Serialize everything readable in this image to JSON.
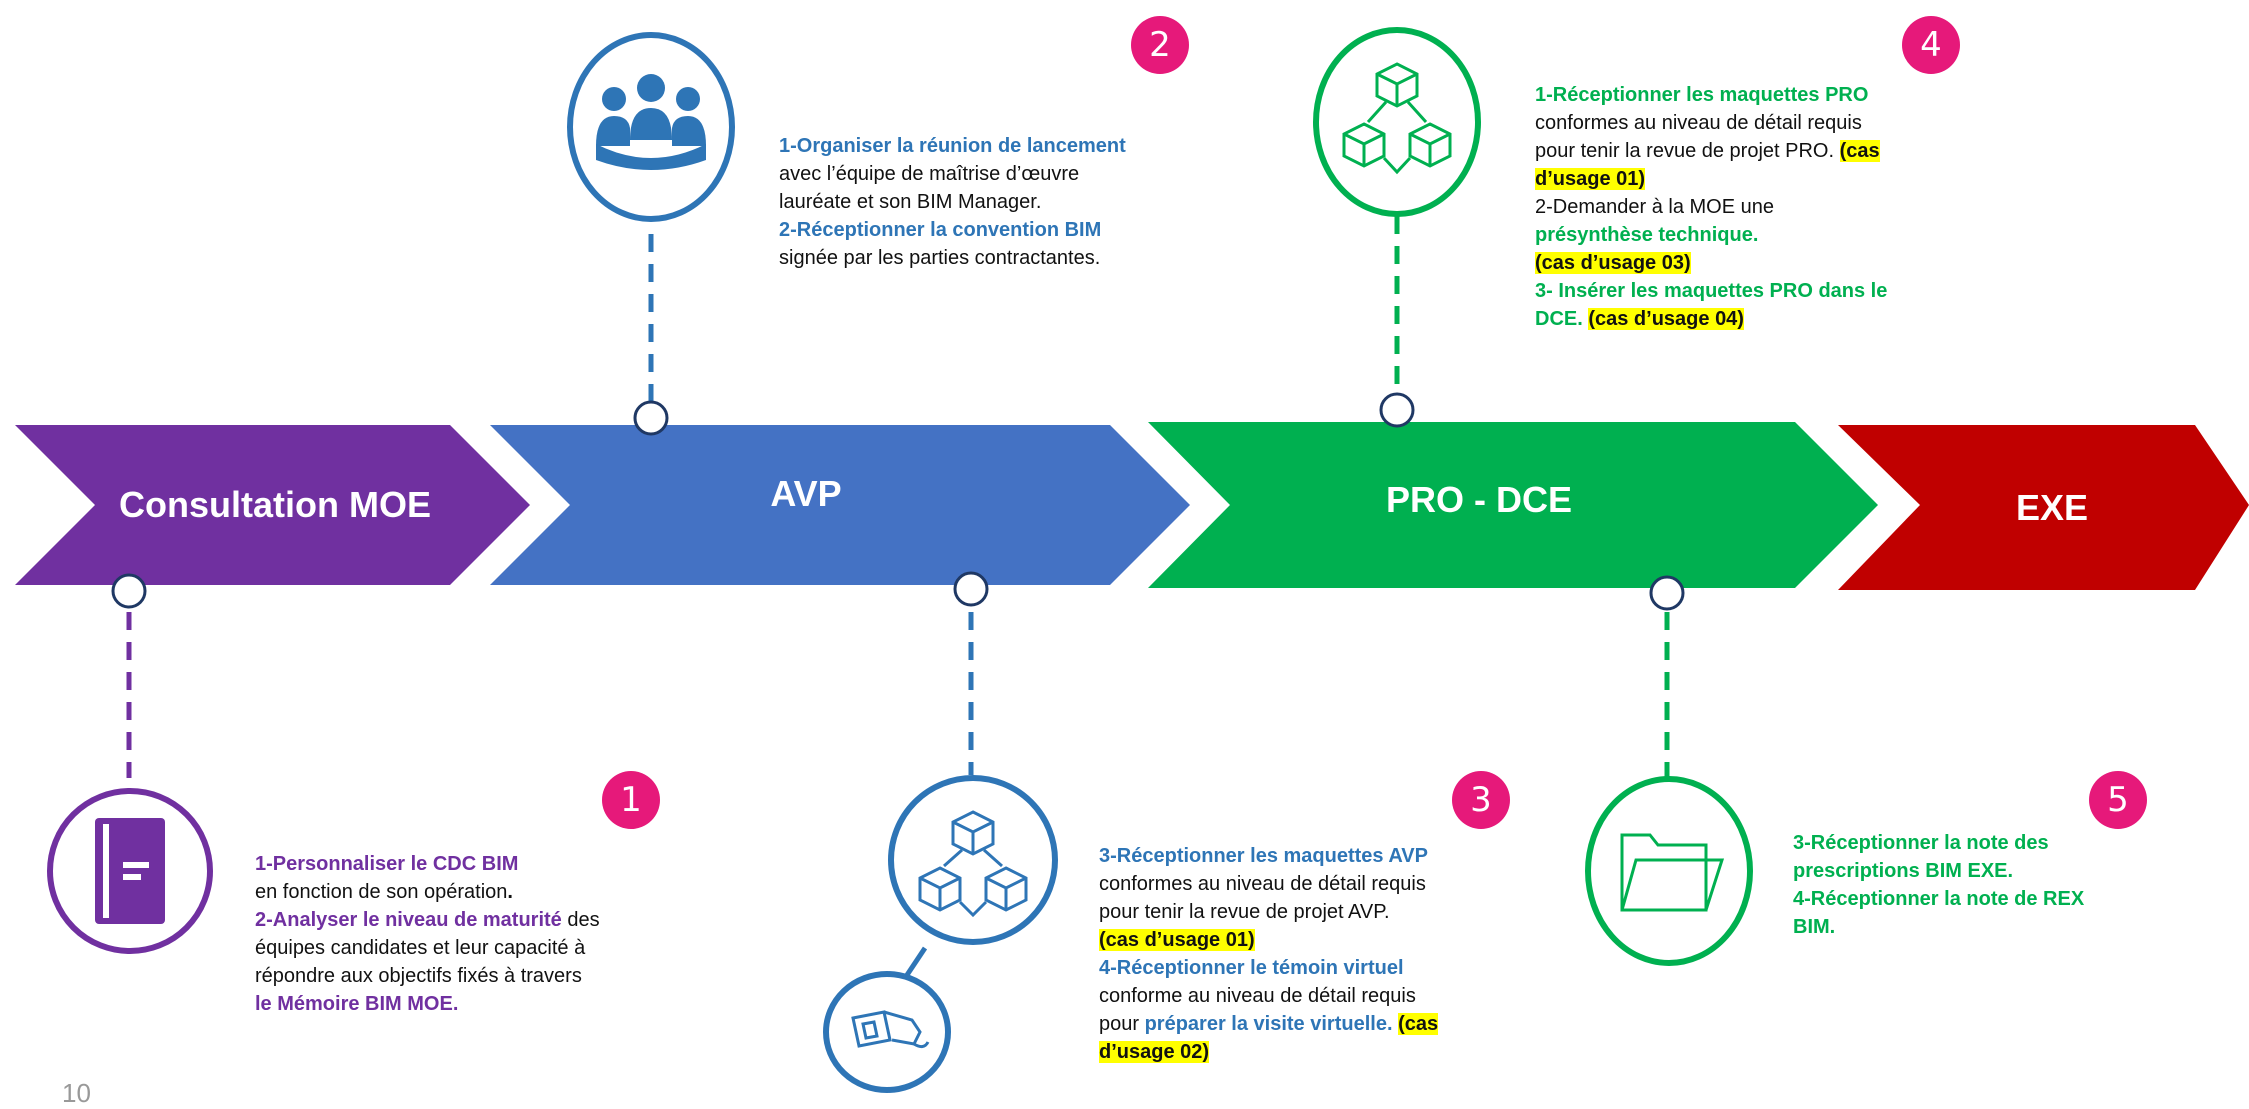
{
  "phases": [
    {
      "label": "Consultation MOE",
      "color": "#7030a0"
    },
    {
      "label": "AVP",
      "color": "#4472c4"
    },
    {
      "label": "PRO - DCE",
      "color": "#00b050"
    },
    {
      "label": "EXE",
      "color": "#c00000"
    }
  ],
  "steps": [
    {
      "number": "1",
      "icon": "document-icon",
      "lines": [
        {
          "parts": [
            {
              "t": "1-Personnaliser le CDC BIM",
              "s": "b purple"
            }
          ]
        },
        {
          "parts": [
            {
              "t": "en fonction de son opération",
              "s": ""
            },
            {
              "t": ".",
              "s": "b"
            }
          ]
        },
        {
          "parts": [
            {
              "t": "2-Analyser le niveau de maturité",
              "s": "b purple"
            },
            {
              "t": " des",
              "s": ""
            }
          ]
        },
        {
          "parts": [
            {
              "t": "équipes candidates et leur capacité à",
              "s": ""
            }
          ]
        },
        {
          "parts": [
            {
              "t": "répondre aux objectifs fixés à travers",
              "s": ""
            }
          ]
        },
        {
          "parts": [
            {
              "t": "le Mémoire BIM MOE.",
              "s": "b purple"
            }
          ]
        }
      ]
    },
    {
      "number": "2",
      "icon": "team-icon",
      "lines": [
        {
          "parts": [
            {
              "t": "1-Organiser la réunion de lancement",
              "s": "b blue"
            }
          ]
        },
        {
          "parts": [
            {
              "t": "avec l’équipe de maîtrise d’œuvre",
              "s": ""
            }
          ]
        },
        {
          "parts": [
            {
              "t": "lauréate et son BIM Manager.",
              "s": ""
            }
          ]
        },
        {
          "parts": [
            {
              "t": "2-Réceptionner la convention BIM",
              "s": "b blue"
            }
          ]
        },
        {
          "parts": [
            {
              "t": "signée par les parties contractantes.",
              "s": ""
            }
          ]
        }
      ]
    },
    {
      "number": "3",
      "icon": "cubes-icon",
      "icon2": "vr-glasses-icon",
      "lines": [
        {
          "parts": [
            {
              "t": "3-Réceptionner les maquettes AVP",
              "s": "b blue"
            }
          ]
        },
        {
          "parts": [
            {
              "t": "conformes au niveau de détail requis",
              "s": ""
            }
          ]
        },
        {
          "parts": [
            {
              "t": "pour tenir la revue de projet AVP.",
              "s": ""
            }
          ]
        },
        {
          "parts": [
            {
              "t": "(cas d’usage 01)",
              "s": "hl"
            }
          ]
        },
        {
          "parts": [
            {
              "t": "4-Réceptionner le témoin virtuel",
              "s": "b blue"
            }
          ]
        },
        {
          "parts": [
            {
              "t": "conforme au niveau de détail requis",
              "s": ""
            }
          ]
        },
        {
          "parts": [
            {
              "t": "pour ",
              "s": ""
            },
            {
              "t": "préparer la visite virtuelle.",
              "s": "b blue"
            },
            {
              "t": " ",
              "s": ""
            },
            {
              "t": "(cas",
              "s": "hl"
            }
          ]
        },
        {
          "parts": [
            {
              "t": "d’usage 02)",
              "s": "hl"
            }
          ]
        }
      ]
    },
    {
      "number": "4",
      "icon": "cubes-icon",
      "lines": [
        {
          "parts": [
            {
              "t": "1-Réceptionner les maquettes PRO",
              "s": "b green"
            }
          ]
        },
        {
          "parts": [
            {
              "t": "conformes au niveau de détail requis",
              "s": ""
            }
          ]
        },
        {
          "parts": [
            {
              "t": "pour tenir la revue de projet PRO. ",
              "s": ""
            },
            {
              "t": "(cas",
              "s": "hl"
            }
          ]
        },
        {
          "parts": [
            {
              "t": "d’usage 01)",
              "s": "hl"
            }
          ]
        },
        {
          "parts": [
            {
              "t": "2-Demander à la MOE une",
              "s": ""
            }
          ]
        },
        {
          "parts": [
            {
              "t": "présynthèse technique.",
              "s": "b green"
            }
          ]
        },
        {
          "parts": [
            {
              "t": "(cas d’usage 03)",
              "s": "hl"
            }
          ]
        },
        {
          "parts": [
            {
              "t": "3- Insérer les maquettes PRO dans le",
              "s": "b green"
            }
          ]
        },
        {
          "parts": [
            {
              "t": "DCE. ",
              "s": "b green"
            },
            {
              "t": "(cas d’usage 04)",
              "s": "hl"
            }
          ]
        }
      ]
    },
    {
      "number": "5",
      "icon": "folder-icon",
      "lines": [
        {
          "parts": [
            {
              "t": "3-Réceptionner la note des",
              "s": "b green"
            }
          ]
        },
        {
          "parts": [
            {
              "t": "prescriptions BIM EXE.",
              "s": "b green"
            }
          ]
        },
        {
          "parts": [
            {
              "t": "4-Réceptionner la note de REX",
              "s": "b green"
            }
          ]
        },
        {
          "parts": [
            {
              "t": "BIM.",
              "s": "b green"
            }
          ]
        }
      ]
    }
  ],
  "page_number": "10",
  "colors": {
    "badge": "#e6197a",
    "purple": "#7030a0",
    "blue": "#2e75b6",
    "green": "#00b050",
    "red": "#c00000"
  }
}
